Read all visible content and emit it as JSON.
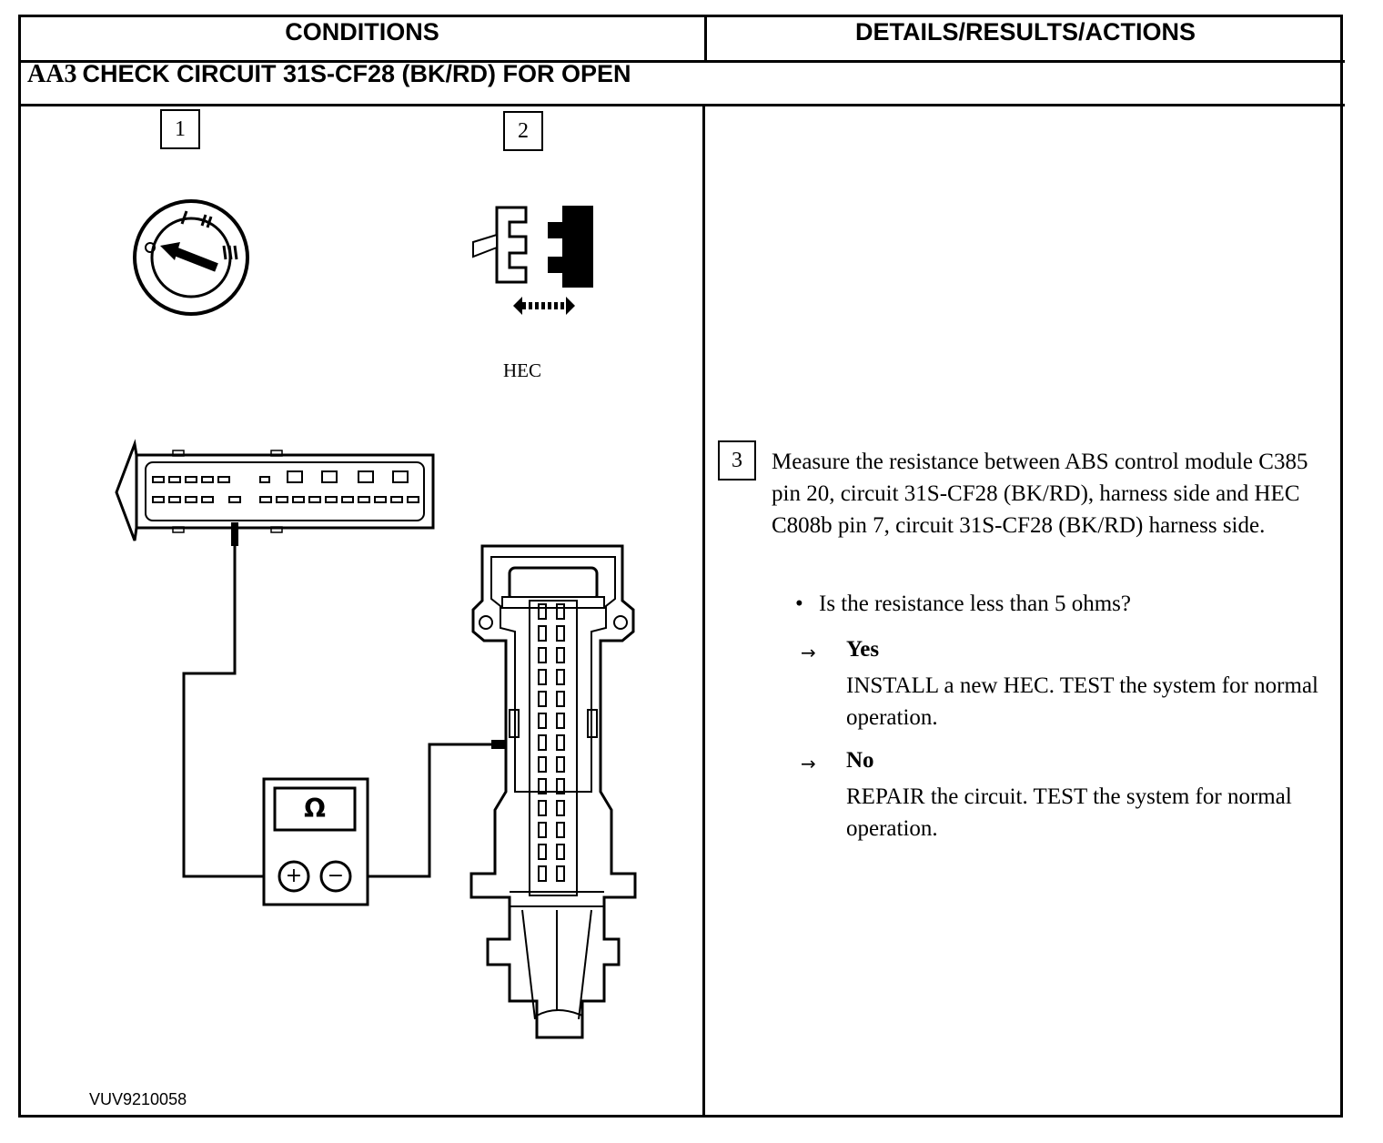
{
  "table": {
    "header_conditions": "CONDITIONS",
    "header_details": "DETAILS/RESULTS/ACTIONS"
  },
  "step": {
    "id": "AA3",
    "title": "CHECK CIRCUIT 31S-CF28 (BK/RD) FOR OPEN"
  },
  "conditions": {
    "callout_1": "1",
    "callout_2": "2",
    "hec_label": "HEC",
    "meter_symbol": "Ω",
    "meter_plus": "+",
    "meter_minus": "−",
    "ignition_positions": [
      "0",
      "I",
      "II",
      "III"
    ],
    "icons": [
      "ignition-off-icon",
      "disconnect-connector-icon",
      "abs-module-connector-icon",
      "hec-connector-icon",
      "ohmmeter-icon"
    ],
    "figure_code": "VUV9210058"
  },
  "details": {
    "callout_3": "3",
    "instruction": "Measure the resistance between ABS control module C385 pin 20, circuit 31S-CF28 (BK/RD), harness side and HEC C808b pin 7, circuit 31S-CF28 (BK/RD) harness side.",
    "question": "Is the resistance less than 5 ohms?",
    "arrow_symbol": "→",
    "yes_label": "Yes",
    "yes_action": "INSTALL a new HEC. TEST the system for normal operation.",
    "no_label": "No",
    "no_action": "REPAIR the circuit. TEST the system for normal operation."
  }
}
